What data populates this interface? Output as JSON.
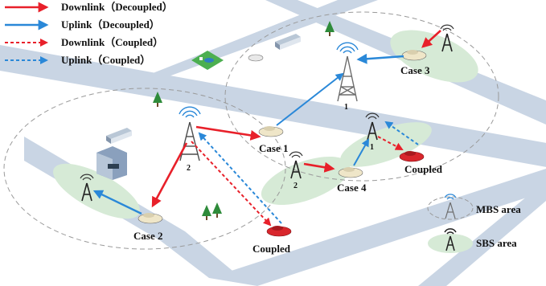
{
  "legend": {
    "downlink_decoupled": "Downlink（Decoupled）",
    "uplink_decoupled": "Uplink（Decoupled）",
    "downlink_coupled": "Downlink（Coupled）",
    "uplink_coupled": "Uplink（Coupled）"
  },
  "colors": {
    "downlink": "#e8202a",
    "uplink": "#2a88d8",
    "road": "#c9d5e4",
    "road_edge": "#ffffff",
    "sbs_area": "#d6ead6",
    "mbs_ring": "#9a9a9a",
    "car_cream": "#efe6c8",
    "car_red": "#d8262c"
  },
  "labels": {
    "case1": "Case 1",
    "case2": "Case 2",
    "case3": "Case 3",
    "case4": "Case 4",
    "coupled_lower": "Coupled",
    "coupled_right": "Coupled"
  },
  "towers": {
    "mbs_center": "1",
    "mbs_left": "2",
    "sbs_center": "2",
    "sbs_right": "1"
  },
  "key": {
    "mbs": "MBS area",
    "sbs": "SBS area"
  },
  "icons": {
    "tower": "tower-icon",
    "car": "car-icon",
    "bus": "bus-icon",
    "tree": "tree-icon",
    "building": "building-icon",
    "park": "park-icon"
  }
}
